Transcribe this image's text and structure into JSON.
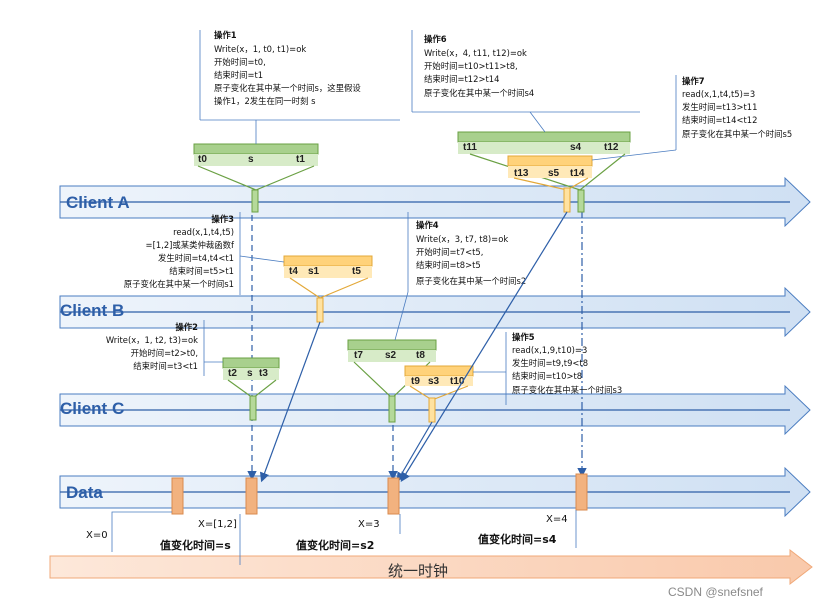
{
  "lanes": {
    "client_a": "Client A",
    "client_b": "Client B",
    "client_c": "Client C",
    "data": "Data",
    "clock": "统一时钟"
  },
  "ops": {
    "op1": {
      "lines": [
        "操作1",
        "Write(x，1, t0, t1)=ok",
        "开始时间=t0,",
        "结束时间=t1",
        "原子变化在其中某一个时间s，这里假设",
        "操作1，2发生在同一时刻 s"
      ],
      "ticks": [
        "t0",
        "s",
        "t1"
      ]
    },
    "op2": {
      "lines": [
        "操作2",
        "Write(x，1, t2, t3)=ok",
        "开始时间=t2>t0,",
        "结束时间=t3<t1"
      ],
      "ticks": [
        "t2",
        "s",
        "t3"
      ]
    },
    "op3": {
      "lines": [
        "操作3",
        "read(x,1,t4,t5)",
        "=[1,2]或某类仲裁函数f",
        "发生时间=t4,t4<t1",
        "结束时间=t5>t1",
        "原子变化在其中某一个时间s1"
      ],
      "ticks": [
        "t4",
        "s1",
        "t5"
      ]
    },
    "op4": {
      "lines": [
        "操作4",
        "Write(x，3, t7, t8)=ok",
        "开始时间=t7<t5,",
        "结束时间=t8>t5",
        "原子变化在其中某一个时间s2"
      ],
      "ticks": [
        "t7",
        "s2",
        "t8"
      ]
    },
    "op5": {
      "lines": [
        "操作5",
        "read(x,1,9,t10)=3",
        "发生时间=t9,t9<t8",
        "结束时间=t10>t8",
        "原子变化在其中某一个时间s3"
      ],
      "ticks": [
        "t9",
        "s3",
        "t10"
      ]
    },
    "op6": {
      "lines": [
        "操作6",
        "Write(x，4, t11, t12)=ok",
        "开始时间=t10>t11>t8,",
        "结束时间=t12>t14",
        "原子变化在其中某一个时间s4"
      ],
      "ticks": [
        "t11",
        "s4",
        "t12"
      ]
    },
    "op7": {
      "lines": [
        "操作7",
        "read(x,1,t4,t5)=3",
        "发生时间=t13>t11",
        "结束时间=t14<t12",
        "原子变化在其中某一个时间s5"
      ],
      "ticks": [
        "t13",
        "s5",
        "t14"
      ]
    }
  },
  "data_values": {
    "x0": "X=0",
    "x12": "X=[1,2]",
    "x3": "X=3",
    "x4": "X=4",
    "v1": "值变化时间=s",
    "v2": "值变化时间=s2",
    "v3": "值变化时间=s4"
  },
  "watermark": "CSDN @snefsnef",
  "colors": {
    "lane_blue": "#dce9f7",
    "lane_border": "#4a7cc0",
    "green": "#92c36a",
    "green_dark": "#6aa043",
    "yellow": "#ffd27a",
    "yellow_dark": "#e3a838",
    "orange": "#f2b27f",
    "clock_fill": "#fbd9c5"
  }
}
